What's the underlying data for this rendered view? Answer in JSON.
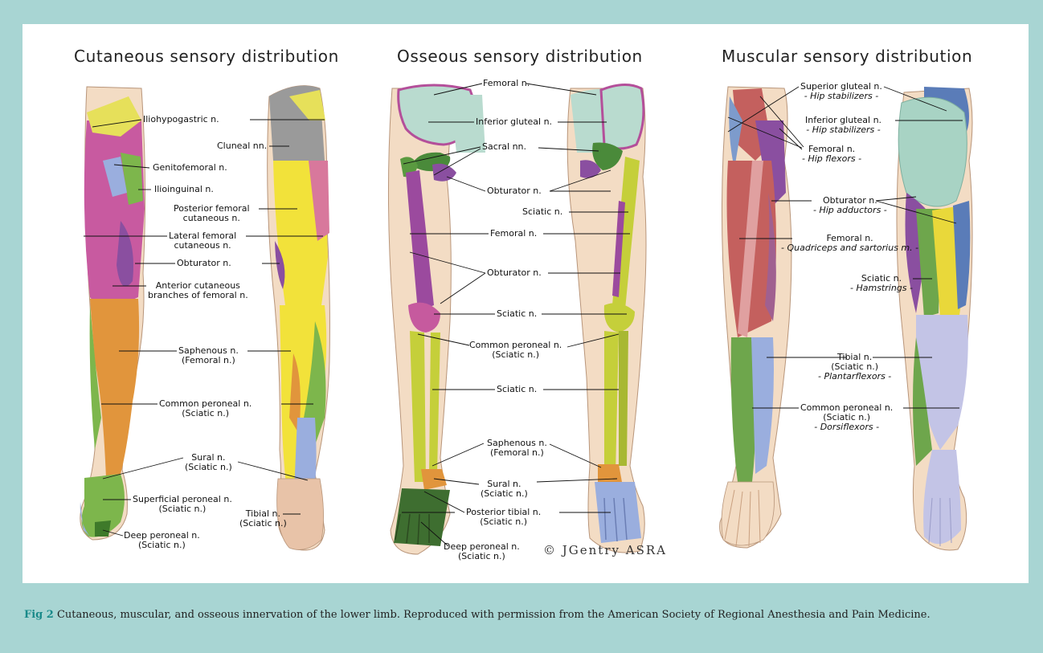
{
  "titles": {
    "cutaneous": "Cutaneous sensory distribution",
    "osseous": "Osseous sensory distribution",
    "muscular": "Muscular sensory distribution"
  },
  "cutaneous_labels": {
    "iliohypogastric": "Iliohypogastric n.",
    "cluneal": "Cluneal nn.",
    "genitofemoral": "Genitofemoral n.",
    "ilioinguinal": "Ilioinguinal n.",
    "posterior_femoral_1": "Posterior femoral",
    "posterior_femoral_2": "cutaneous n.",
    "lateral_femoral_1": "Lateral femoral",
    "lateral_femoral_2": "cutaneous n.",
    "obturator": "Obturator n.",
    "anterior_cutaneous_1": "Anterior cutaneous",
    "anterior_cutaneous_2": "branches of femoral n.",
    "saphenous_1": "Saphenous n.",
    "saphenous_2": "(Femoral n.)",
    "common_peroneal_1": "Common peroneal n.",
    "common_peroneal_2": "(Sciatic n.)",
    "sural_1": "Sural n.",
    "sural_2": "(Sciatic n.)",
    "superficial_peroneal_1": "Superficial peroneal n.",
    "superficial_peroneal_2": "(Sciatic n.)",
    "tibial_1": "Tibial n.",
    "tibial_2": "(Sciatic n.)",
    "deep_peroneal_1": "Deep peroneal n.",
    "deep_peroneal_2": "(Sciatic n.)"
  },
  "osseous_labels": {
    "femoral_top": "Femoral n.",
    "inferior_gluteal": "Inferior gluteal n.",
    "sacral": "Sacral nn.",
    "obturator_1": "Obturator n.",
    "sciatic_1": "Sciatic n.",
    "femoral_mid": "Femoral n.",
    "obturator_2": "Obturator n.",
    "sciatic_2": "Sciatic n.",
    "common_peroneal_1": "Common peroneal n.",
    "common_peroneal_2": "(Sciatic n.)",
    "sciatic_3": "Sciatic n.",
    "saphenous_1": "Saphenous n.",
    "saphenous_2": "(Femoral n.)",
    "sural_1": "Sural n.",
    "sural_2": "(Sciatic n.)",
    "posterior_tibial_1": "Posterior tibial n.",
    "posterior_tibial_2": "(Sciatic n.)",
    "deep_peroneal_1": "Deep peroneal n.",
    "deep_peroneal_2": "(Sciatic n.)"
  },
  "muscular_labels": {
    "superior_gluteal": "Superior gluteal n.",
    "superior_gluteal_sub": "- Hip stabilizers -",
    "inferior_gluteal": "Inferior gluteal n.",
    "inferior_gluteal_sub": "- Hip stabilizers -",
    "femoral_1": "Femoral n.",
    "femoral_1_sub": "- Hip flexors -",
    "obturator": "Obturator n.",
    "obturator_sub": "- Hip adductors -",
    "femoral_2": "Femoral n.",
    "femoral_2_sub": "- Quadriceps and sartorius m. -",
    "sciatic": "Sciatic n.",
    "sciatic_sub": "- Hamstrings -",
    "tibial": "Tibial n.",
    "tibial_2": "(Sciatic n.)",
    "tibial_sub": "- Plantarflexors -",
    "common_peroneal": "Common peroneal n.",
    "common_peroneal_2": "(Sciatic n.)",
    "common_peroneal_sub": "- Dorsiflexors -"
  },
  "signature": "© JGentry ASRA",
  "caption": {
    "fig": "Fig 2",
    "text": "Cutaneous, muscular, and osseous innervation of the lower limb. Reproduced with permission from the American Society of Regional Anesthesia and Pain Medicine."
  },
  "colors": {
    "background": "#a8d5d3",
    "caption_fig": "#1a8a8a",
    "skin": "#f3dcc4",
    "magenta": "#c85aa0",
    "yellow": "#f2e23a",
    "orange": "#e1953c",
    "green": "#7db64c",
    "blue": "#9aaede",
    "gray": "#9a9a9a",
    "purple": "#8a4fa0",
    "bone_green": "#c5cf3a",
    "muscle_red": "#c4605e"
  }
}
